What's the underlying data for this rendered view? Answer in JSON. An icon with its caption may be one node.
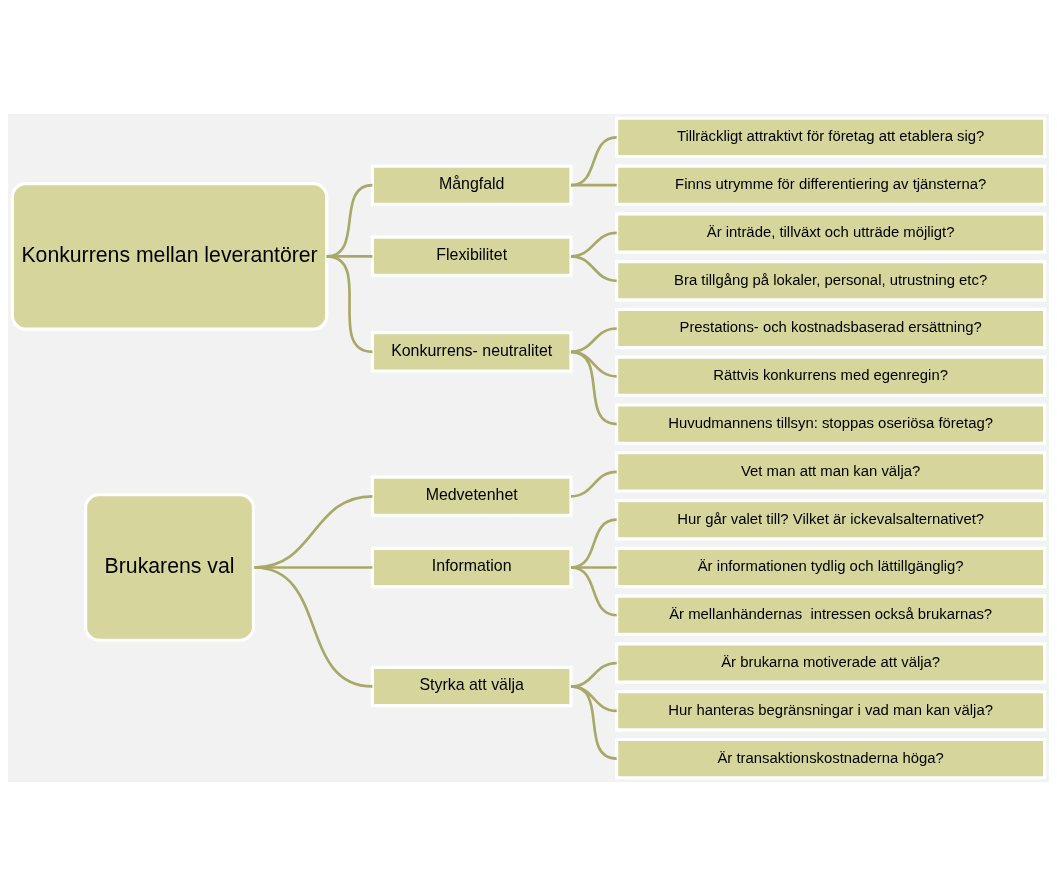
{
  "diagram": {
    "nodes": [
      {
        "text": [
          "Brukarens val"
        ]
      },
      {
        "text": [
          "Medvetenhet"
        ]
      },
      {
        "text": [
          "Vet man att man kan välja?"
        ]
      },
      {
        "text": [
          "Information"
        ]
      },
      {
        "text": [
          "Hur går valet till? Vilket är ickevalsalternativet?"
        ]
      },
      {
        "text": [
          "Är informationen tydlig och lättillgänglig?"
        ]
      },
      {
        "text": [
          "Är mellanhändernas  intressen också brukarnas?"
        ]
      },
      {
        "text": [
          "Styrka att välja"
        ]
      },
      {
        "text": [
          "Är brukarna motiverade att välja?"
        ]
      },
      {
        "text": [
          "Hur hanteras begränsningar i vad man kan välja?"
        ]
      },
      {
        "text": [
          "Är transaktionskostnaderna höga?"
        ]
      },
      {
        "text": [
          "Konkurrens mellan leverantörer"
        ]
      },
      {
        "text": [
          "Mångfald"
        ]
      },
      {
        "text": [
          "Tillräckligt attraktivt för företag att etablera sig?"
        ]
      },
      {
        "text": [
          "Finns utrymme för differentiering av tjänsterna?"
        ]
      },
      {
        "text": [
          "Flexibilitet"
        ]
      },
      {
        "text": [
          "Är inträde, tillväxt och utträde möjligt?"
        ]
      },
      {
        "text": [
          "Bra tillgång på lokaler, personal, utrustning etc?"
        ]
      },
      {
        "text": [
          "Konkurrens- neutralitet"
        ]
      },
      {
        "text": [
          "Prestations- och kostnadsbaserad ersättning?"
        ]
      },
      {
        "text": [
          "Rättvis konkurrens med egenregin?"
        ]
      },
      {
        "text": [
          "Huvudmannens tillsyn: stoppas oseriösa företag?"
        ]
      }
    ],
    "edges": [
      {
        "from": 0,
        "to": 1,
        "arrow": "none"
      },
      {
        "from": 0,
        "to": 3,
        "arrow": "none"
      },
      {
        "from": 0,
        "to": 7,
        "arrow": "none"
      },
      {
        "from": 1,
        "to": 2,
        "arrow": "none"
      },
      {
        "from": 3,
        "to": 4,
        "arrow": "none"
      },
      {
        "from": 3,
        "to": 5,
        "arrow": "none"
      },
      {
        "from": 3,
        "to": 6,
        "arrow": "none"
      },
      {
        "from": 7,
        "to": 8,
        "arrow": "none"
      },
      {
        "from": 7,
        "to": 9,
        "arrow": "none"
      },
      {
        "from": 7,
        "to": 10,
        "arrow": "none"
      },
      {
        "from": 11,
        "to": 12,
        "arrow": "none"
      },
      {
        "from": 11,
        "to": 15,
        "arrow": "none"
      },
      {
        "from": 11,
        "to": 18,
        "arrow": "none"
      },
      {
        "from": 12,
        "to": 13,
        "arrow": "none"
      },
      {
        "from": 12,
        "to": 14,
        "arrow": "none"
      },
      {
        "from": 15,
        "to": 16,
        "arrow": "none"
      },
      {
        "from": 15,
        "to": 17,
        "arrow": "none"
      },
      {
        "from": 18,
        "to": 19,
        "arrow": "none"
      },
      {
        "from": 18,
        "to": 20,
        "arrow": "none"
      },
      {
        "from": 18,
        "to": 21,
        "arrow": "none"
      }
    ]
  }
}
